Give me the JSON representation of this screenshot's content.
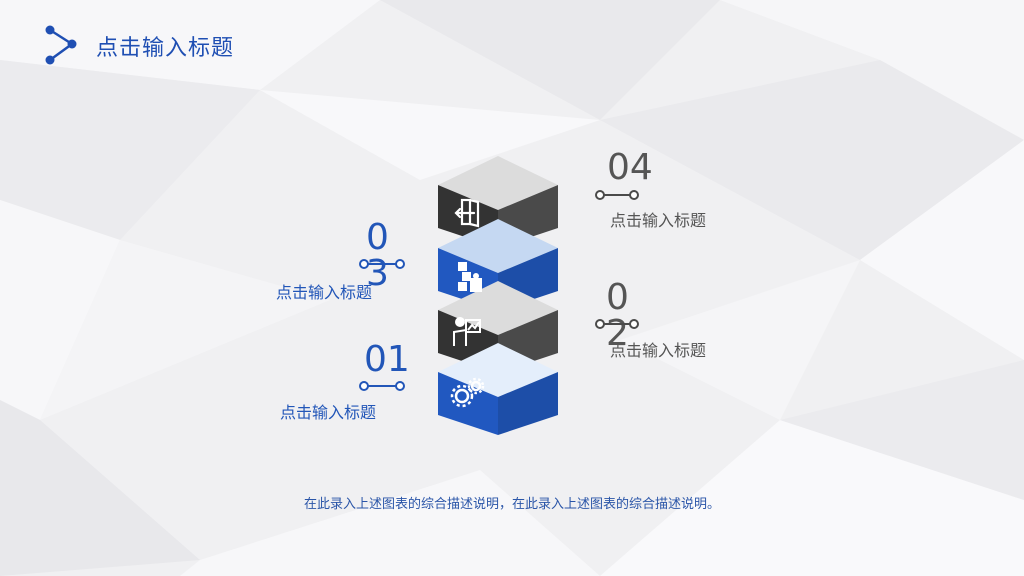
{
  "header": {
    "title": "点击输入标题",
    "icon": "share-nodes-icon"
  },
  "steps": [
    {
      "number": "01",
      "label": "点击输入标题",
      "icon": "gears-icon",
      "color": "#2256b8"
    },
    {
      "number": "02",
      "label": "点击输入标题",
      "icon": "presenter-chart-icon",
      "color": "#4a4a4a"
    },
    {
      "number": "03",
      "label": "点击输入标题",
      "icon": "puzzle-icon",
      "color": "#2256b8"
    },
    {
      "number": "04",
      "label": "点击输入标题",
      "icon": "exit-door-icon",
      "color": "#4a4a4a"
    }
  ],
  "caption": "在此录入上述图表的综合描述说明，在此录入上述图表的综合描述说明。",
  "colors": {
    "accent": "#2256b8",
    "dark": "#4a4a4a",
    "background": "#f1f1f3"
  }
}
